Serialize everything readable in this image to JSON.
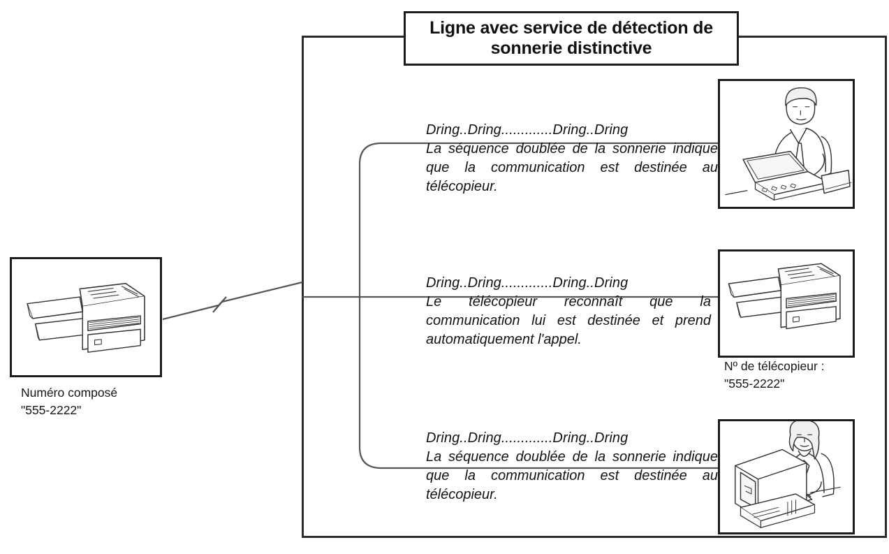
{
  "diagram": {
    "title": "Ligne avec service de détection\nde sonnerie distinctive",
    "line_boundary_name": "telephone-line-boundary"
  },
  "dialed": {
    "caption": "Numéro composé\n\"555-2222\"",
    "device_icon": "fax-machine-icon"
  },
  "fax_number": {
    "caption": "Nº de télécopieur :\n\"555-2222\""
  },
  "messages": [
    {
      "id": "msg-1",
      "ring_pattern": "Dring..Dring.............Dring..Dring",
      "body": "La séquence doublée de la sonnerie indique que la communication est destinée au télécopieur.",
      "device_icon": "man-at-laptop-icon",
      "device_name": "laptop-user"
    },
    {
      "id": "msg-2",
      "ring_pattern": "Dring..Dring.............Dring..Dring",
      "body": "Le télécopieur reconnaît que la communication lui est destinée et prend automatiquement l'appel.",
      "device_icon": "fax-machine-icon",
      "device_name": "fax-machine"
    },
    {
      "id": "msg-3",
      "ring_pattern": "Dring..Dring.............Dring..Dring",
      "body": "La séquence doublée de la sonnerie indique que la communication est destinée au télécopieur.",
      "device_icon": "woman-at-computer-icon",
      "device_name": "desktop-user"
    }
  ],
  "colors": {
    "stroke": "#1c1c1c",
    "line": "#555555",
    "background": "#ffffff"
  }
}
